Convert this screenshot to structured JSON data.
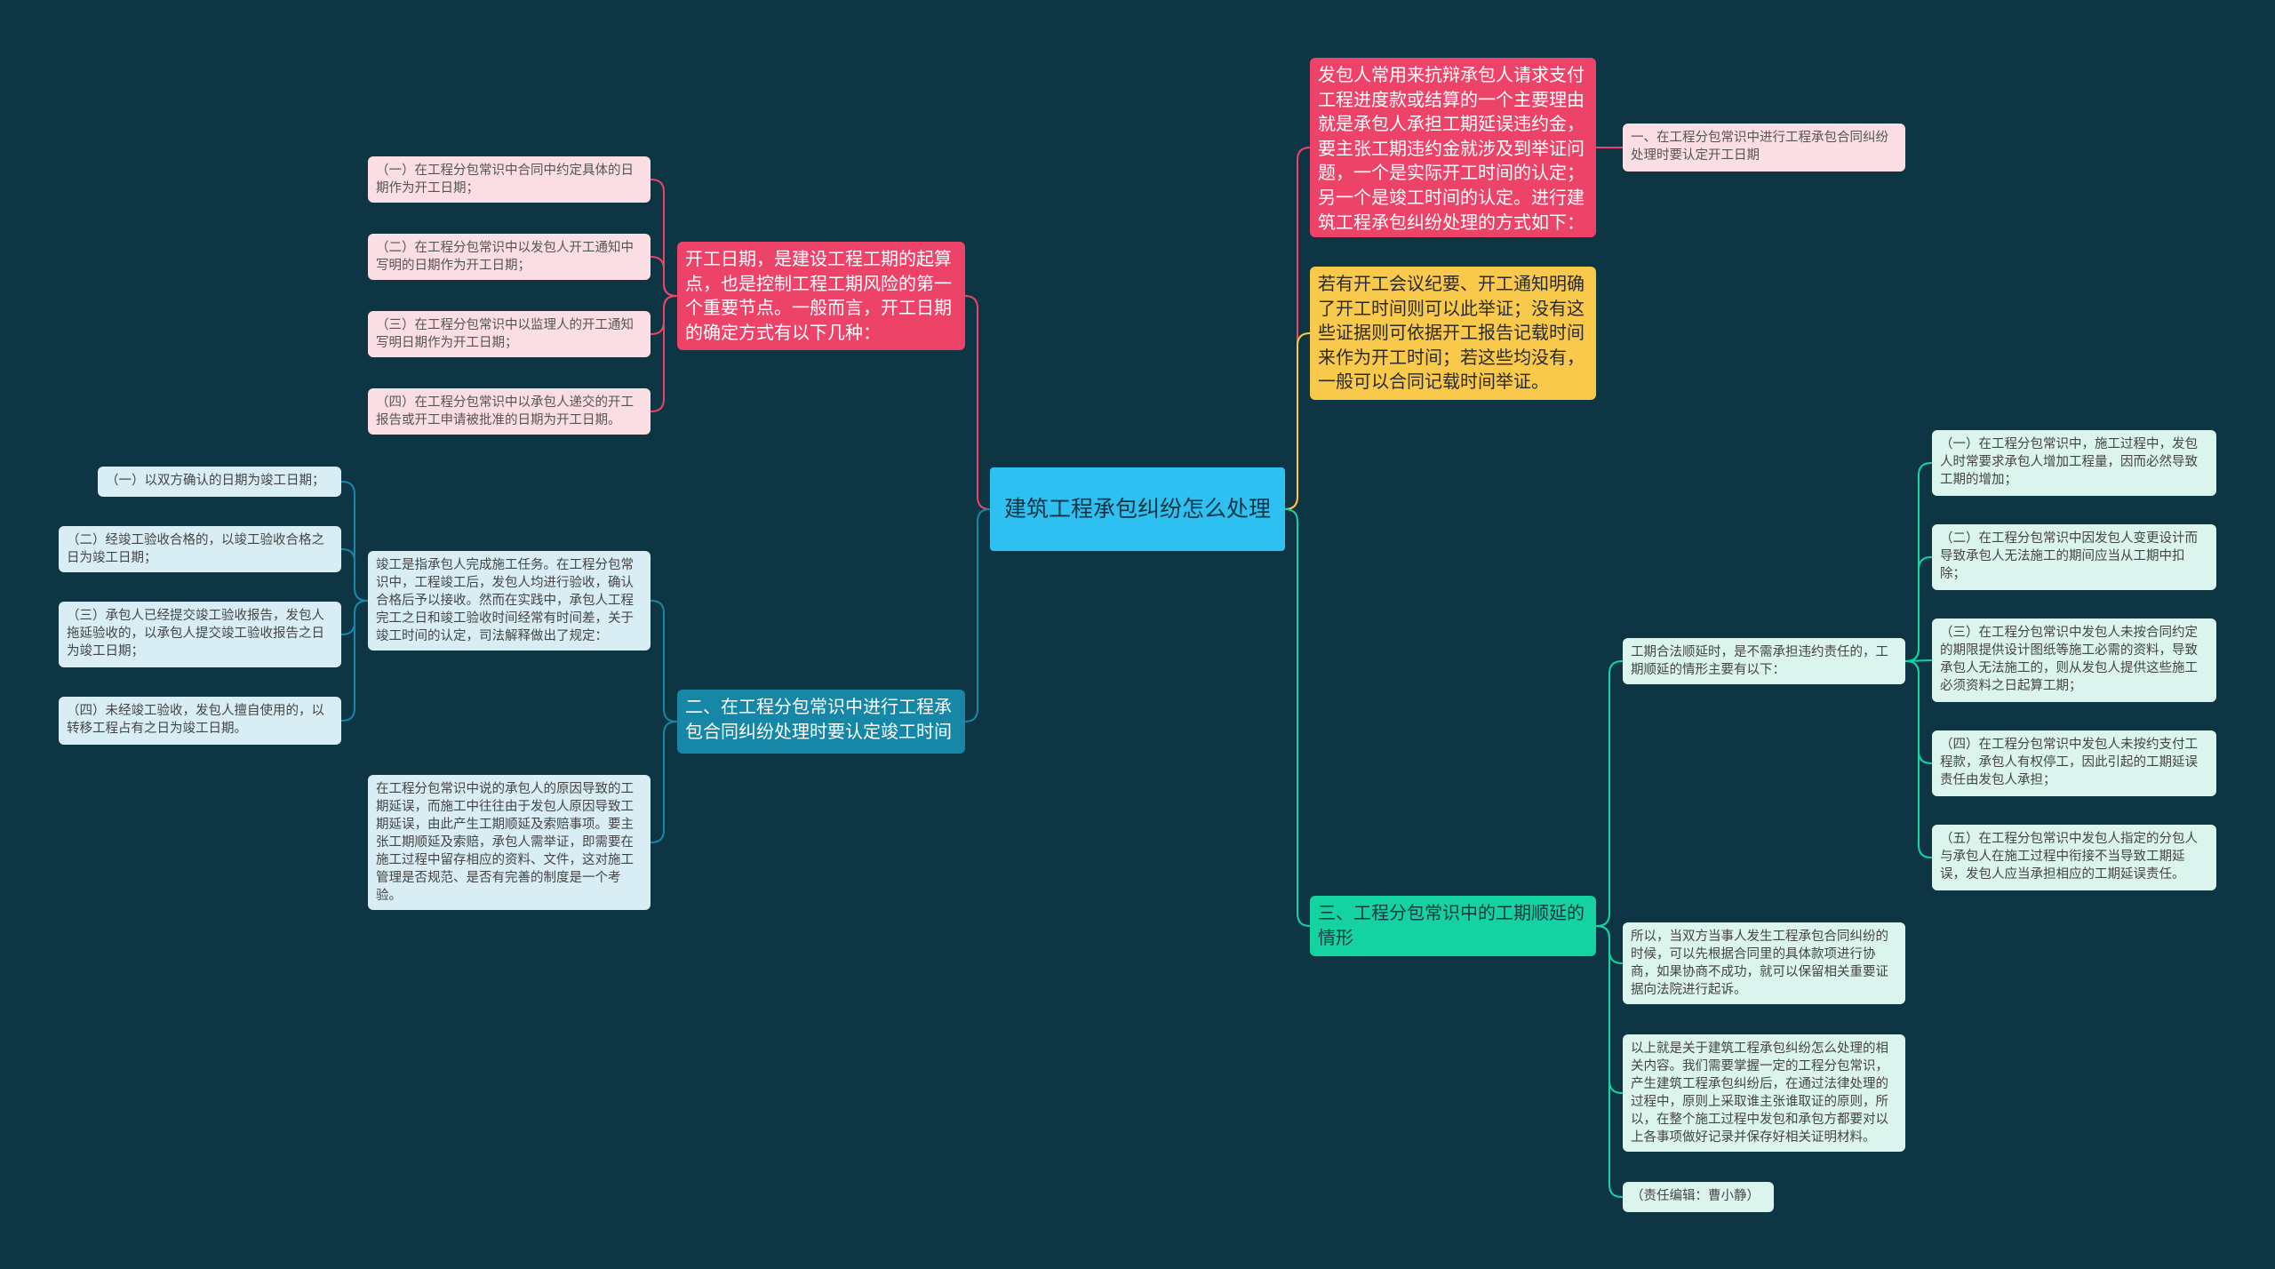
{
  "root": {
    "title": "建筑工程承包纠纷怎么处理"
  },
  "left": {
    "start_date": {
      "text": "开工日期，是建设工程工期的起算点，也是控制工程工期风险的第一个重要节点。一般而言，开工日期的确定方式有以下几种：",
      "items": [
        "（一）在工程分包常识中合同中约定具体的日期作为开工日期；",
        "（二）在工程分包常识中以发包人开工通知中写明的日期作为开工日期；",
        "（三）在工程分包常识中以监理人的开工通知写明日期作为开工日期；",
        "（四）在工程分包常识中以承包人递交的开工报告或开工申请被批准的日期为开工日期。"
      ]
    },
    "completion": {
      "text": "二、在工程分包常识中进行工程承包合同纠纷处理时要认定竣工时间",
      "desc": "竣工是指承包人完成施工任务。在工程分包常识中，工程竣工后，发包人均进行验收，确认合格后予以接收。然而在实践中，承包人工程完工之日和竣工验收时间经常有时间差，关于竣工时间的认定，司法解释做出了规定：",
      "items": [
        "（一）以双方确认的日期为竣工日期；",
        "（二）经竣工验收合格的，以竣工验收合格之日为竣工日期；",
        "（三）承包人已经提交竣工验收报告，发包人拖延验收的，以承包人提交竣工验收报告之日为竣工日期；",
        "（四）未经竣工验收，发包人擅自使用的，以转移工程占有之日为竣工日期。"
      ],
      "extra": "在工程分包常识中说的承包人的原因导致的工期延误，而施工中往往由于发包人原因导致工期延误，由此产生工期顺延及索赔事项。要主张工期顺延及索赔，承包人需举证，即需要在施工过程中留存相应的资料、文件，这对施工管理是否规范、是否有完善的制度是一个考验。"
    }
  },
  "right": {
    "start_dispute": {
      "text": "发包人常用来抗辩承包人请求支付工程进度款或结算的一个主要理由就是承包人承担工期延误违约金，要主张工期违约金就涉及到举证问题，一个是实际开工时间的认定；另一个是竣工时间的认定。进行建筑工程承包纠纷处理的方式如下：",
      "child": "一、在工程分包常识中进行工程承包合同纠纷处理时要认定开工日期"
    },
    "meeting": {
      "text": "若有开工会议纪要、开工通知明确了开工时间则可以此举证；没有这些证据则可依据开工报告记载时间来作为开工时间；若这些均没有，一般可以合同记载时间举证。"
    },
    "extension": {
      "text": "三、工程分包常识中的工期顺延的情形",
      "cases_title": "工期合法顺延时，是不需承担违约责任的，工期顺延的情形主要有以下：",
      "cases": [
        "（一）在工程分包常识中，施工过程中，发包人时常要求承包人增加工程量，因而必然导致工期的增加；",
        "（二）在工程分包常识中因发包人变更设计而导致承包人无法施工的期间应当从工期中扣除；",
        "（三）在工程分包常识中发包人未按合同约定的期限提供设计图纸等施工必需的资料，导致承包人无法施工的，则从发包人提供这些施工必须资料之日起算工期；",
        "（四）在工程分包常识中发包人未按约支付工程款，承包人有权停工，因此引起的工期延误责任由发包人承担；",
        "（五）在工程分包常识中发包人指定的分包人与承包人在施工过程中衔接不当导致工期延误，发包人应当承担相应的工期延误责任。"
      ],
      "advice": "所以，当双方当事人发生工程承包合同纠纷的时候，可以先根据合同里的具体款项进行协商，如果协商不成功，就可以保留相关重要证据向法院进行起诉。",
      "summary": "以上就是关于建筑工程承包纠纷怎么处理的相关内容。我们需要掌握一定的工程分包常识，产生建筑工程承包纠纷后，在通过法律处理的过程中，原则上采取谁主张谁取证的原则，所以，在整个施工过程中发包和承包方都要对以上各事项做好记录并保存好相关证明材料。",
      "editor": "（责任编辑：曹小静）"
    }
  },
  "colors": {
    "background": "#0e3544",
    "root": "#2ec0f0",
    "red": "#ee4369",
    "yellow": "#f8c94a",
    "blue": "#1687a7",
    "green": "#14d3a0",
    "pink": "#fbdde4",
    "light_blue": "#d9eef4",
    "mint": "#dbf5ee"
  }
}
